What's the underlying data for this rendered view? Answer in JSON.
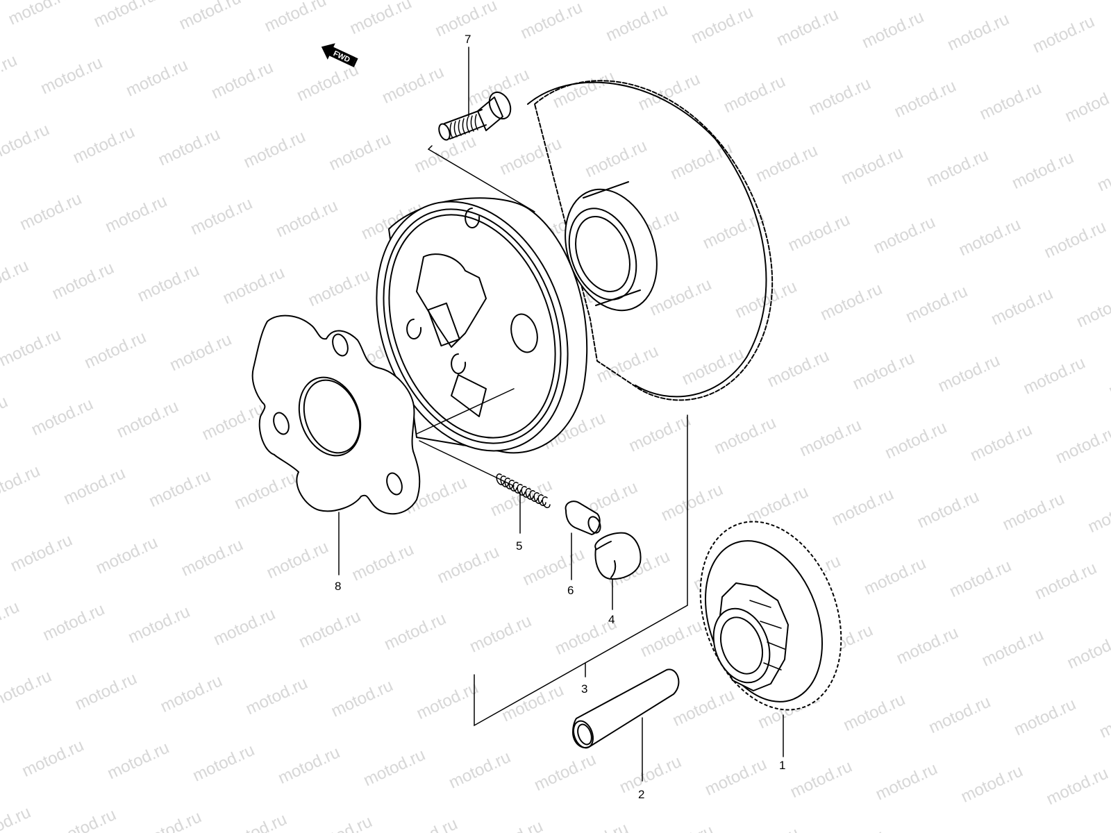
{
  "diagram": {
    "type": "exploded-parts-diagram",
    "subject": "starter clutch assembly",
    "direction_marker": {
      "label": "FWD",
      "icon": "forward-arrow-icon"
    },
    "watermark": {
      "text": "motod.ru",
      "color": "#d6d6d6",
      "angle_deg": -25
    },
    "callouts": [
      {
        "number": "1",
        "part": "starter driven gear (small gear with pinion)"
      },
      {
        "number": "2",
        "part": "shaft / pin"
      },
      {
        "number": "3",
        "part": "starter clutch assembly (bracket)"
      },
      {
        "number": "4",
        "part": "roller"
      },
      {
        "number": "5",
        "part": "spring"
      },
      {
        "number": "6",
        "part": "push piece / cap"
      },
      {
        "number": "7",
        "part": "bolt"
      },
      {
        "number": "8",
        "part": "plate / washer"
      }
    ],
    "line_color": "#000000",
    "background": "#ffffff"
  }
}
